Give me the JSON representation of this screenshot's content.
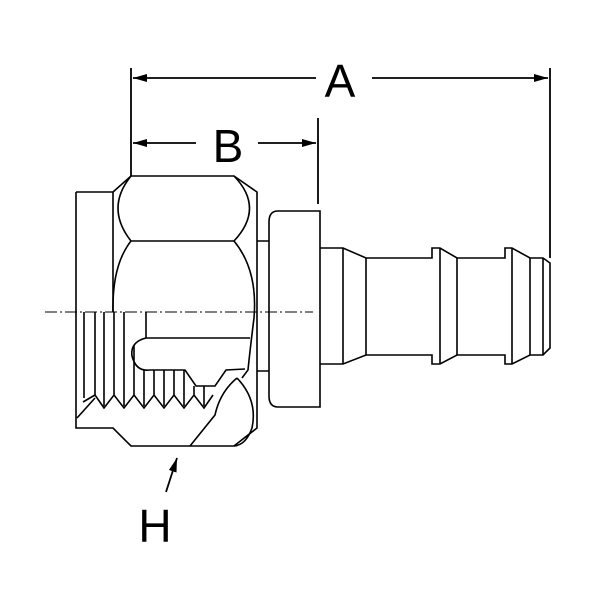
{
  "diagram": {
    "dimension_labels": {
      "a": "A",
      "b": "B",
      "h": "H"
    },
    "stroke_color": "#000000",
    "background_color": "#ffffff"
  }
}
